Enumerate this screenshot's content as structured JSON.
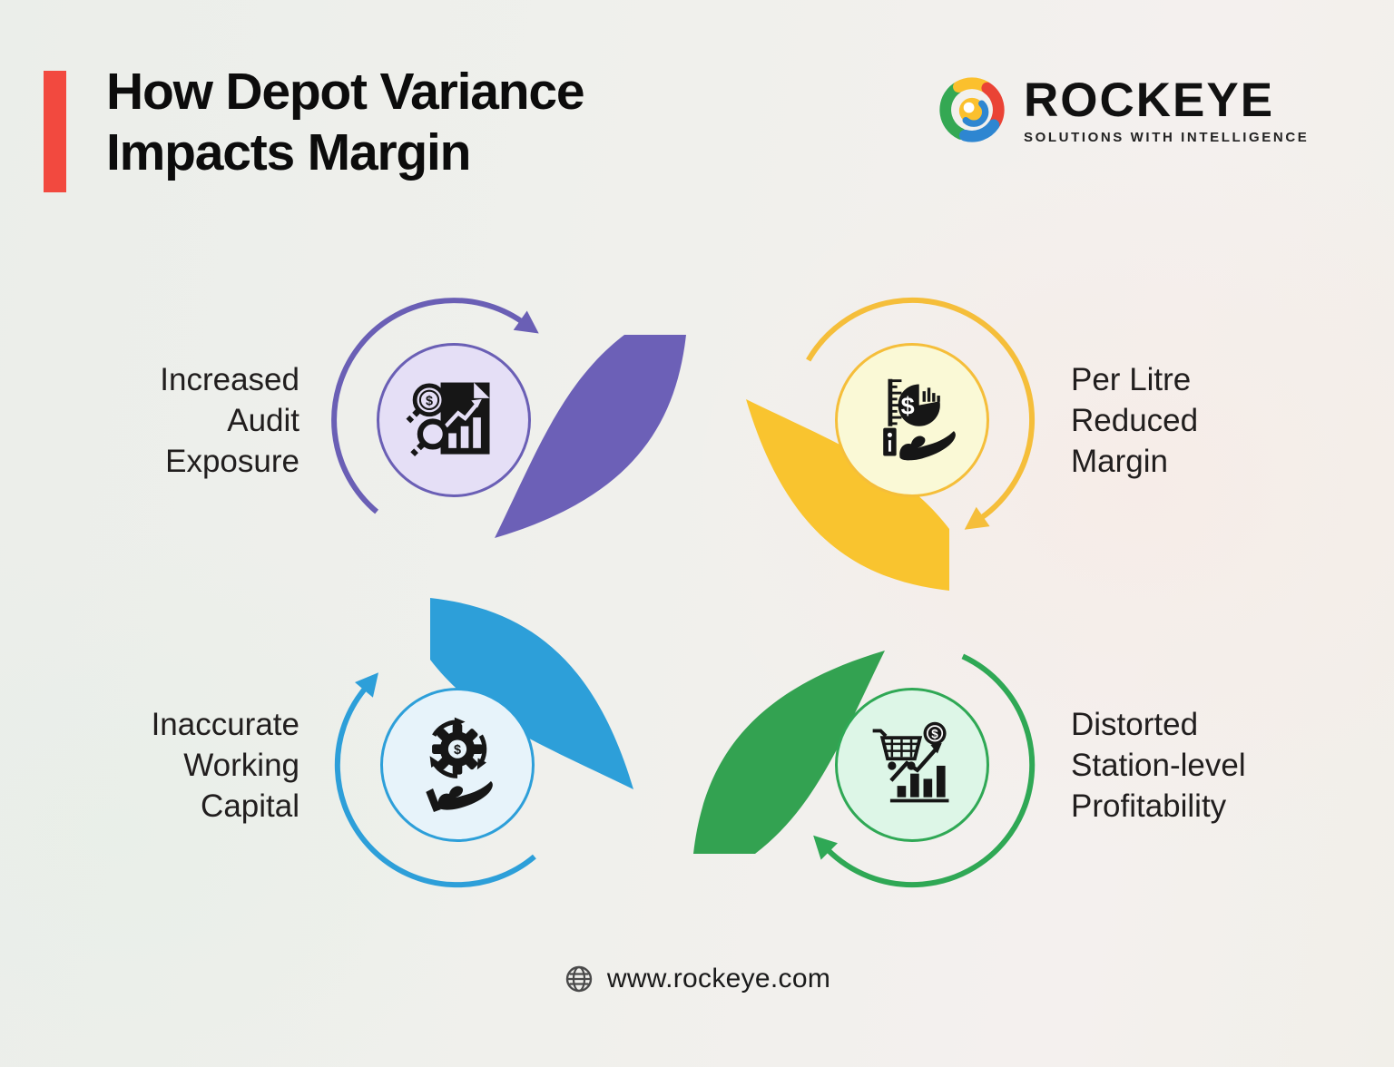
{
  "title": {
    "line1": "How Depot Variance",
    "line2": "Impacts Margin",
    "accent_bar_color": "#F2493F"
  },
  "brand": {
    "name": "ROCKEYE",
    "tagline": "SOLUTIONS WITH INTELLIGENCE",
    "logo_colors": {
      "green": "#34A853",
      "yellow": "#FBC02D",
      "red": "#EA4335",
      "blue": "#2E86D1"
    }
  },
  "pinwheel": {
    "colors": {
      "purple": "#6C60B7",
      "yellow": "#F9C42F",
      "green": "#33A251",
      "blue": "#2D9FD9"
    }
  },
  "nodes": [
    {
      "id": "increased-audit-exposure",
      "label_lines": [
        "Increased",
        "Audit",
        "Exposure"
      ],
      "icon": "audit-magnifier-document-icon",
      "accent": "#6A5FB5",
      "fill": "#E5DFF6"
    },
    {
      "id": "per-litre-reduced-margin",
      "label_lines": [
        "Per Litre",
        "Reduced",
        "Margin"
      ],
      "icon": "ruler-money-hand-icon",
      "accent": "#F5BE3A",
      "fill": "#FAF9D6"
    },
    {
      "id": "inaccurate-working-capital",
      "label_lines": [
        "Inaccurate",
        "Working",
        "Capital"
      ],
      "icon": "gear-dollar-cycle-hand-icon",
      "accent": "#2D9FD9",
      "fill": "#E7F3FA"
    },
    {
      "id": "distorted-station-level-profitability",
      "label_lines": [
        "Distorted",
        "Station-level",
        "Profitability"
      ],
      "icon": "cart-growth-chart-icon",
      "accent": "#2FA855",
      "fill": "#DDF6E7"
    }
  ],
  "footer": {
    "website": "www.rockeye.com",
    "icon": "globe-icon"
  }
}
